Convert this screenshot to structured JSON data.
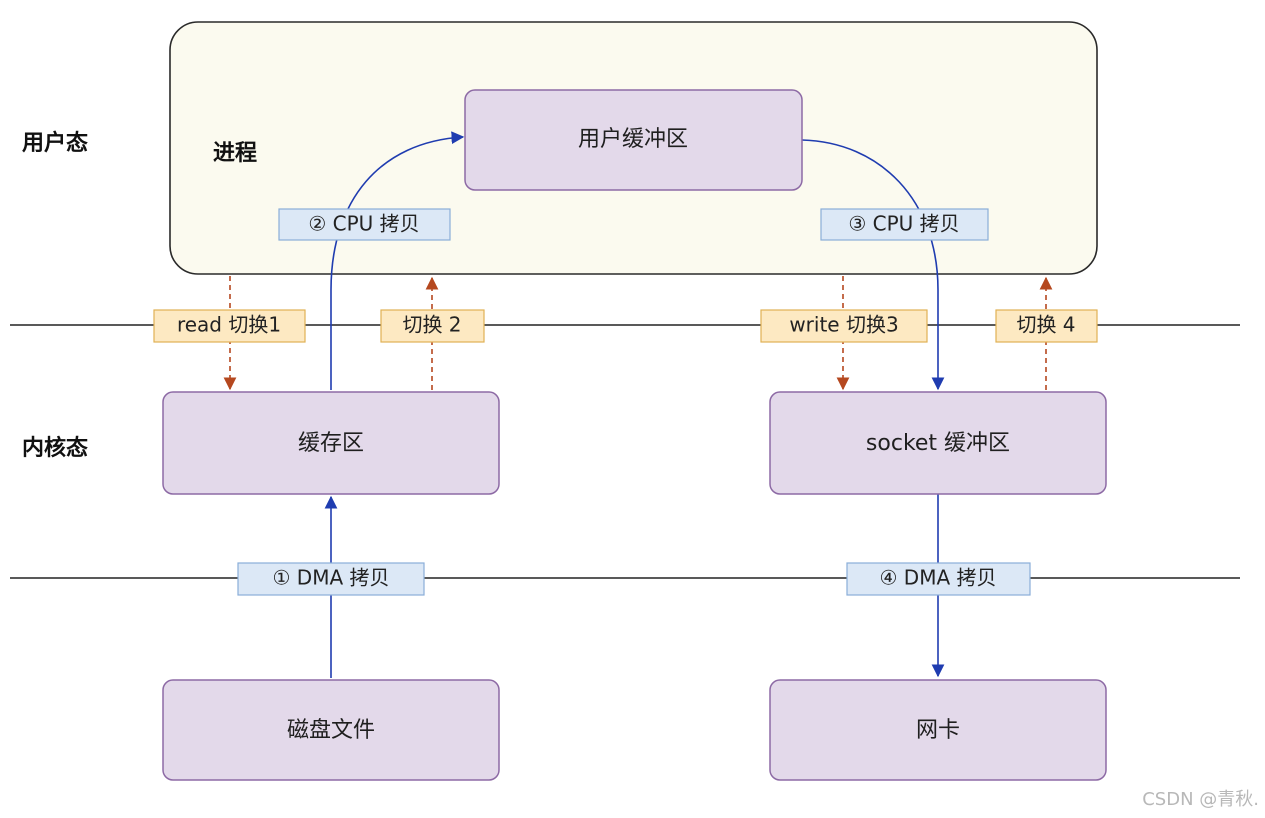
{
  "regions": {
    "user_mode": "用户态",
    "kernel_mode": "内核态",
    "process": "进程"
  },
  "boxes": {
    "user_buffer": "用户缓冲区",
    "cache": "缓存区",
    "socket_buffer": "socket 缓冲区",
    "disk_file": "磁盘文件",
    "nic": "网卡"
  },
  "copies": {
    "dma_1": "① DMA 拷贝",
    "cpu_2": "② CPU 拷贝",
    "cpu_3": "③ CPU 拷贝",
    "dma_4": "④ DMA 拷贝"
  },
  "switches": {
    "s1": "read 切换1",
    "s2": "切换 2",
    "s3": "write 切换3",
    "s4": "切换 4"
  },
  "colors": {
    "process_fill": "#fbfaef",
    "box_fill": "#e3d9ea",
    "box_stroke": "#8d6aa5",
    "copy_tag_fill": "#dce8f6",
    "copy_tag_stroke": "#8aaed8",
    "switch_tag_fill": "#fde9c2",
    "switch_tag_stroke": "#e0b155",
    "blue_arrow": "#1f3cb0",
    "red_arrow": "#b5481f"
  },
  "watermark": "CSDN @青秋."
}
